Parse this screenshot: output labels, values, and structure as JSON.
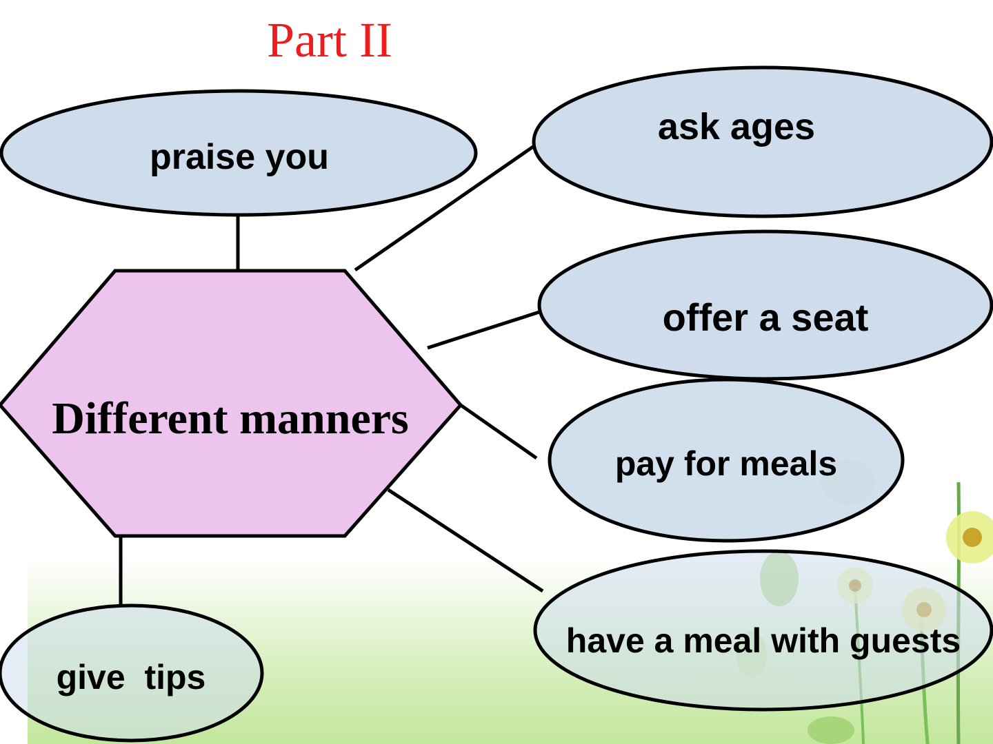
{
  "title": "Part II",
  "center": {
    "label": "Different manners"
  },
  "nodes": {
    "praise": "praise you",
    "ask_ages": "ask ages",
    "offer_seat": "offer a seat",
    "pay_meals": "pay for meals",
    "meal_guests": "have a meal with guests",
    "give_tips": "give  tips"
  },
  "colors": {
    "title": "#ee1c1c",
    "hexagon_fill": "#ecc4ee",
    "ellipse_fill": "#cedcec",
    "stroke": "#000000"
  }
}
